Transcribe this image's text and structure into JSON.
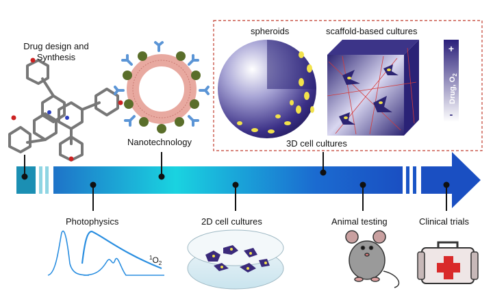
{
  "stages": {
    "drug_design": {
      "line1": "Drug design and",
      "line2": "Synthesis"
    },
    "nanotech": "Nanotechnology",
    "photophysics": "Photophysics",
    "cell2d": "2D cell cultures",
    "cell3d": "3D cell cultures",
    "animal": "Animal testing",
    "clinical": "Clinical trials"
  },
  "panel3d": {
    "spheroids": "spheroids",
    "scaffold": "scaffold-based cultures",
    "gradient_label": "Drug, O",
    "gradient_sub": "2",
    "plus": "+",
    "minus": "-"
  },
  "spectrum": {
    "label": "O",
    "sup": "1",
    "sub": "2"
  },
  "colors": {
    "timeline_start": "#1bb2c9",
    "timeline_mid": "#1ad0e0",
    "timeline_end": "#1b4fc4",
    "frame": "#c0392b",
    "cell": "#3a2a7a",
    "nucleus": "#f2e24b"
  }
}
